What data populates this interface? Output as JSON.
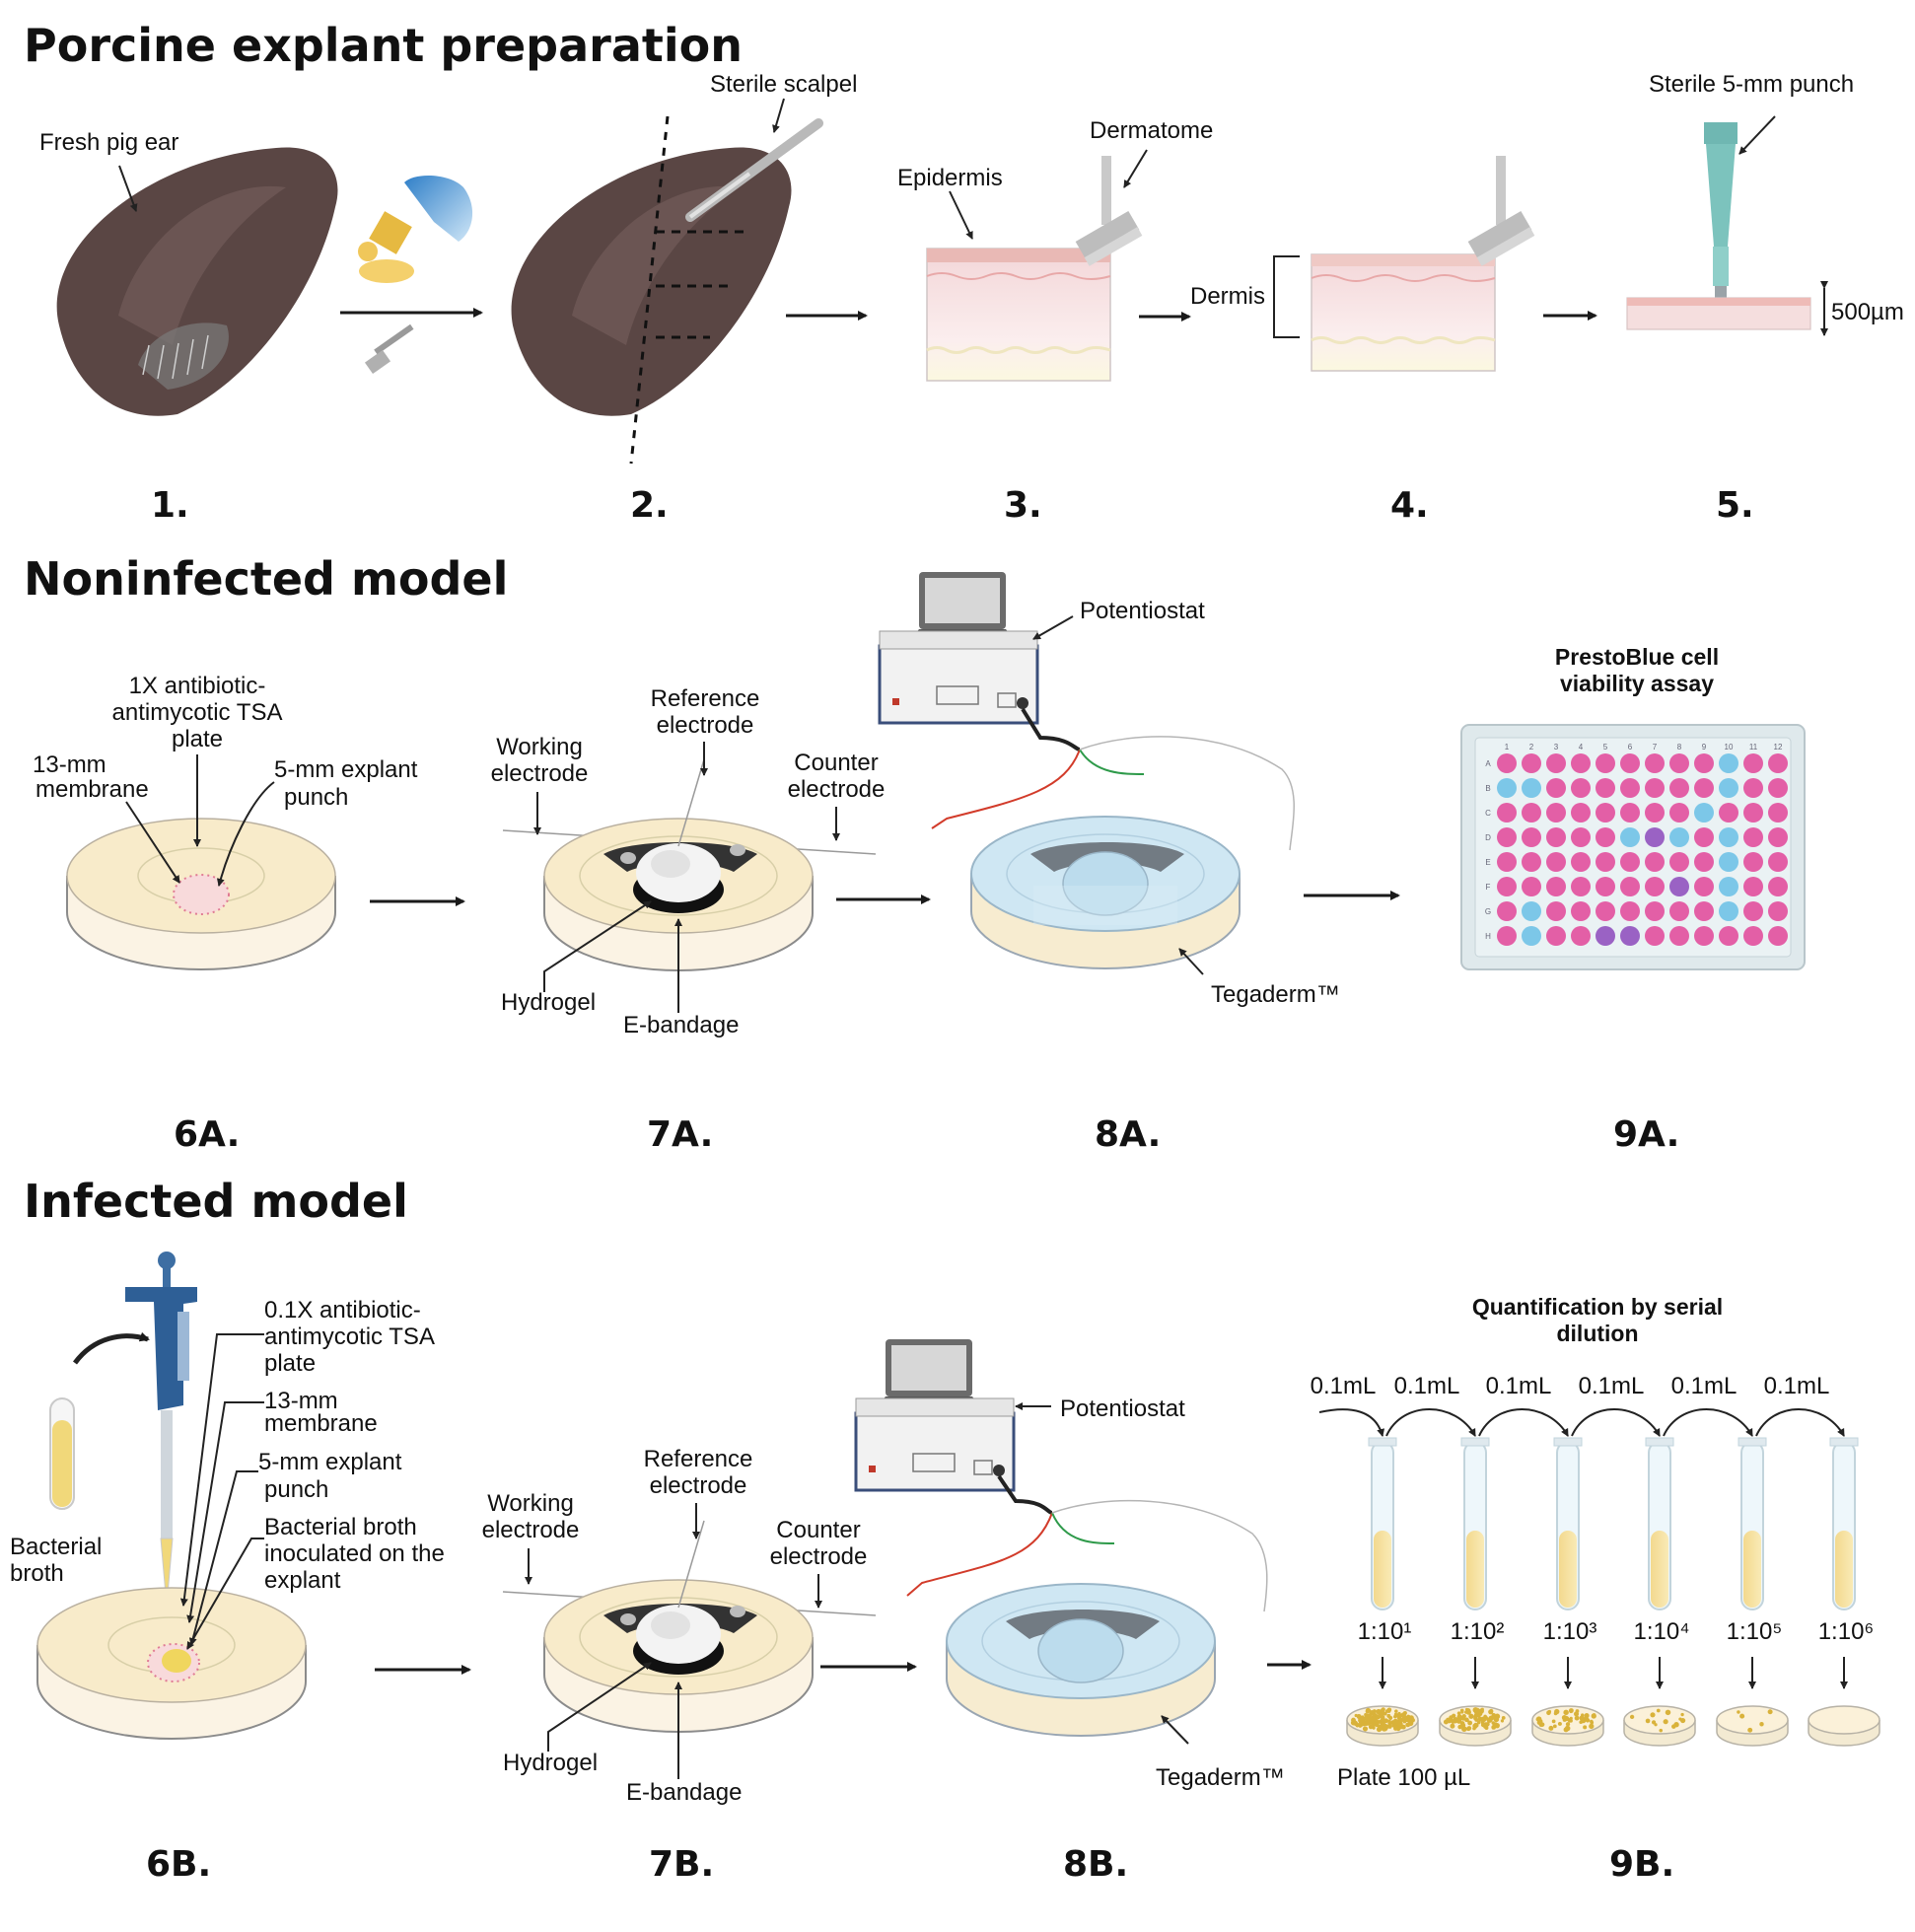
{
  "sections": {
    "prep": "Porcine explant preparation",
    "noninfected": "Noninfected model",
    "infected": "Infected model"
  },
  "steps": {
    "s1": "1.",
    "s2": "2.",
    "s3": "3.",
    "s4": "4.",
    "s5": "5.",
    "s6a": "6A.",
    "s7a": "7A.",
    "s8a": "8A.",
    "s9a": "9A.",
    "s6b": "6B.",
    "s7b": "7B.",
    "s8b": "8B.",
    "s9b": "9B."
  },
  "labels": {
    "pig_ear": "Fresh pig ear",
    "scalpel": "Sterile scalpel",
    "epidermis": "Epidermis",
    "dermatome": "Dermatome",
    "dermis": "Dermis",
    "punch": "Sterile 5-mm punch",
    "thickness": "500µm",
    "a_plate": [
      "1X antibiotic-",
      "antimycotic TSA",
      "plate"
    ],
    "a_membrane": [
      "13-mm",
      "membrane"
    ],
    "a_explant": [
      "5-mm explant",
      "punch"
    ],
    "working": [
      "Working",
      "electrode"
    ],
    "reference": [
      "Reference",
      "electrode"
    ],
    "counter": [
      "Counter",
      "electrode"
    ],
    "hydrogel": "Hydrogel",
    "ebandage": "E-bandage",
    "potentiostat": "Potentiostat",
    "tegaderm": "Tegaderm™",
    "presto": [
      "PrestoBlue cell",
      "viability assay"
    ],
    "b_plate": [
      "0.1X antibiotic-",
      "antimycotic TSA",
      "plate"
    ],
    "b_membrane": [
      "13-mm",
      "membrane"
    ],
    "b_explant": [
      "5-mm explant",
      "punch"
    ],
    "b_broth": [
      "Bacterial broth",
      "inoculated on the",
      "explant"
    ],
    "broth": [
      "Bacterial",
      "broth"
    ],
    "quant": [
      "Quantification by serial",
      "dilution"
    ],
    "transfer": "0.1mL",
    "plate100": "Plate 100 µL",
    "dilutions": [
      "1:10¹",
      "1:10²",
      "1:10³",
      "1:10⁴",
      "1:10⁵",
      "1:10⁶"
    ]
  },
  "well_plate": {
    "rows": [
      "A",
      "B",
      "C",
      "D",
      "E",
      "F",
      "G",
      "H"
    ],
    "cols": [
      "1",
      "2",
      "3",
      "4",
      "5",
      "6",
      "7",
      "8",
      "9",
      "10",
      "11",
      "12"
    ],
    "colors": {
      "p": "#e35fa6",
      "b": "#7cc7e8",
      "v": "#9a62c4"
    },
    "grid": [
      "pppppppppbpp",
      "bbpppppppbpp",
      "ppppppppbppp",
      "pppppbvbpbpp",
      "pppppppppbpp",
      "pppppppvpbpp",
      "pbpppppppbpp",
      "pbppvvpppppp"
    ]
  },
  "colony_counts": [
    160,
    90,
    45,
    14,
    5,
    0
  ]
}
